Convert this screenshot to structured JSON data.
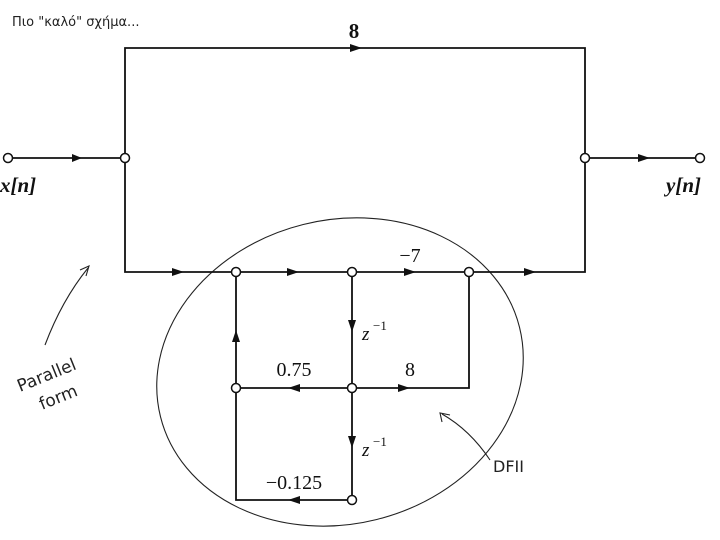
{
  "handwriting": {
    "top_note": "Πιο \"καλό\" σχήμα...",
    "parallel_label_line1": "Parallel",
    "parallel_label_line2": "form",
    "dfii_label": "DFII"
  },
  "signals": {
    "input": "x[n]",
    "output": "y[n]"
  },
  "gains": {
    "direct_path": "8",
    "feedforward_top": "−7",
    "feedback_1": "0.75",
    "feedforward_1": "8",
    "feedback_2": "−0.125"
  },
  "delays": {
    "label": "z",
    "exponent": "−1"
  }
}
